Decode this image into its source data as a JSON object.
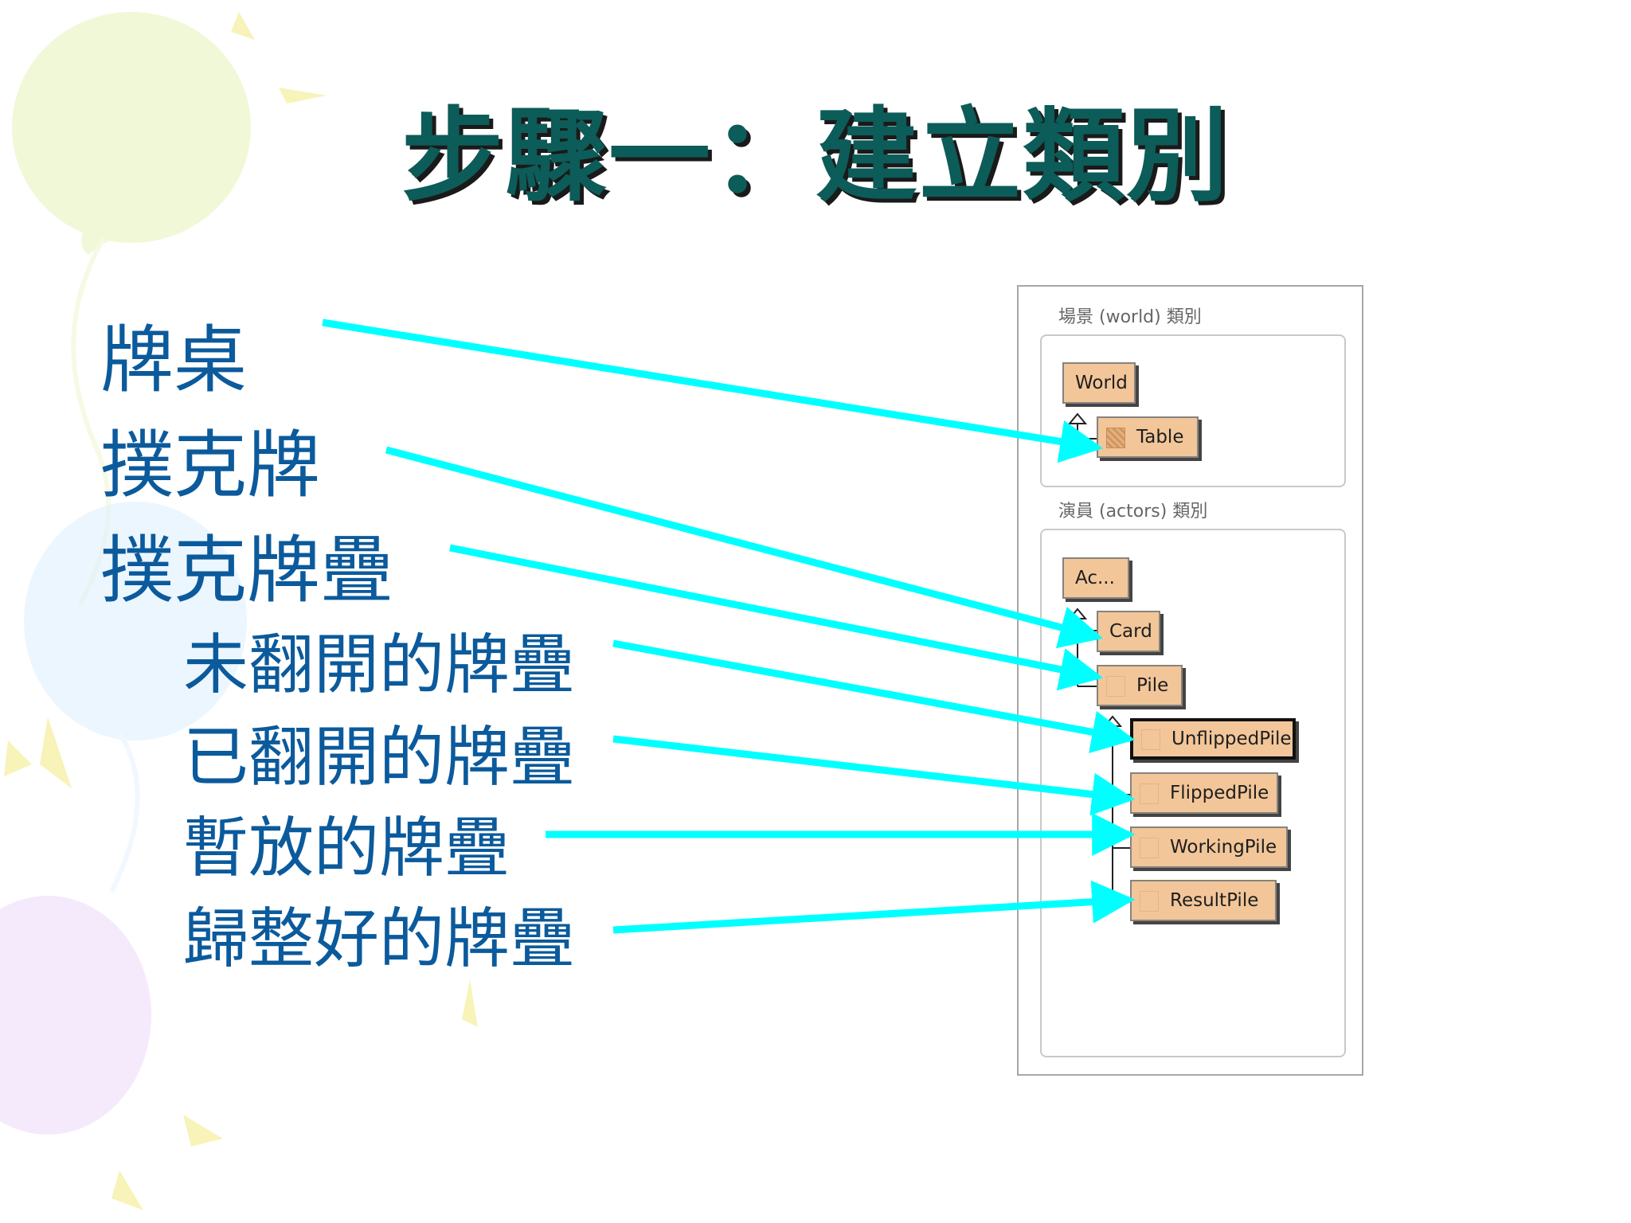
{
  "slide": {
    "title": "步驟一：建立類別",
    "items": [
      {
        "text": "牌桌",
        "level": 1
      },
      {
        "text": "撲克牌",
        "level": 1
      },
      {
        "text": "撲克牌疊",
        "level": 1
      },
      {
        "text": "未翻開的牌疊",
        "level": 2
      },
      {
        "text": "已翻開的牌疊",
        "level": 2
      },
      {
        "text": "暫放的牌疊",
        "level": 2
      },
      {
        "text": "歸整好的牌疊",
        "level": 2
      }
    ],
    "arrow_color": "#00ffff",
    "text_color": "#0b5a9c",
    "title_color": "#0c5c59"
  },
  "class_panel": {
    "world_section_label": "場景 (world) 類別",
    "actors_section_label": "演員 (actors) 類別",
    "world_classes": [
      "World",
      "Table"
    ],
    "actor_classes": [
      "Ac...",
      "Card",
      "Pile",
      "UnflippedPile",
      "FlippedPile",
      "WorkingPile",
      "ResultPile"
    ],
    "selected_class": "UnflippedPile",
    "box_color": "#f2c699"
  }
}
